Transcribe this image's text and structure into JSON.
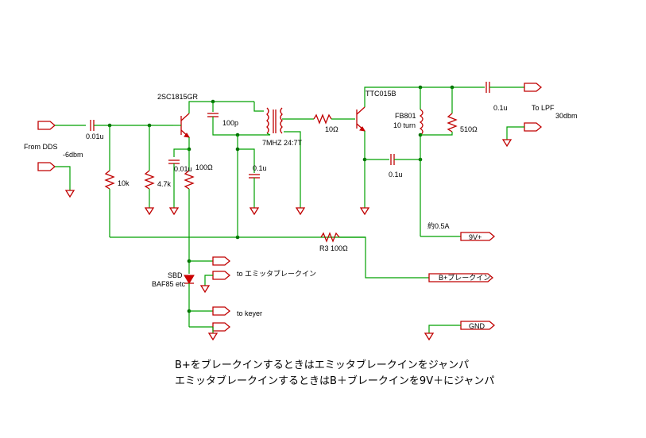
{
  "labels": {
    "q1": "2SC1815GR",
    "q2": "TTC015B",
    "c_in": "0.01u",
    "r10k": "10k",
    "r4k7": "4.7k",
    "c_e": "0.01u",
    "r_e": "100Ω",
    "c100p": "100p",
    "c_t": "0.1u",
    "xfmr": "7MHZ 24:7T",
    "r10": "10Ω",
    "fb": "FB801",
    "turns": "10 turn",
    "r510": "510Ω",
    "c_q2e": "0.1u",
    "c_out": "0.1u",
    "to_lpf": "To LPF",
    "dbm30": "30dbm",
    "from_dds": "From DDS",
    "dbm6": "-6dbm",
    "r3": "R3  100Ω",
    "current": "約0.5A",
    "port_9v": "9V+",
    "port_bplus": "B+ブレークイン",
    "port_gnd": "GND",
    "sbd": "SBD",
    "baf": "BAF85 etc",
    "to_emitter": "to エミッタブレークイン",
    "to_keyer": "to keyer"
  },
  "notes": [
    "B+をブレークインするときはエミッタブレークインをジャンパ",
    "エミッタブレークインするときはB＋ブレークインを9V＋にジャンパ"
  ]
}
